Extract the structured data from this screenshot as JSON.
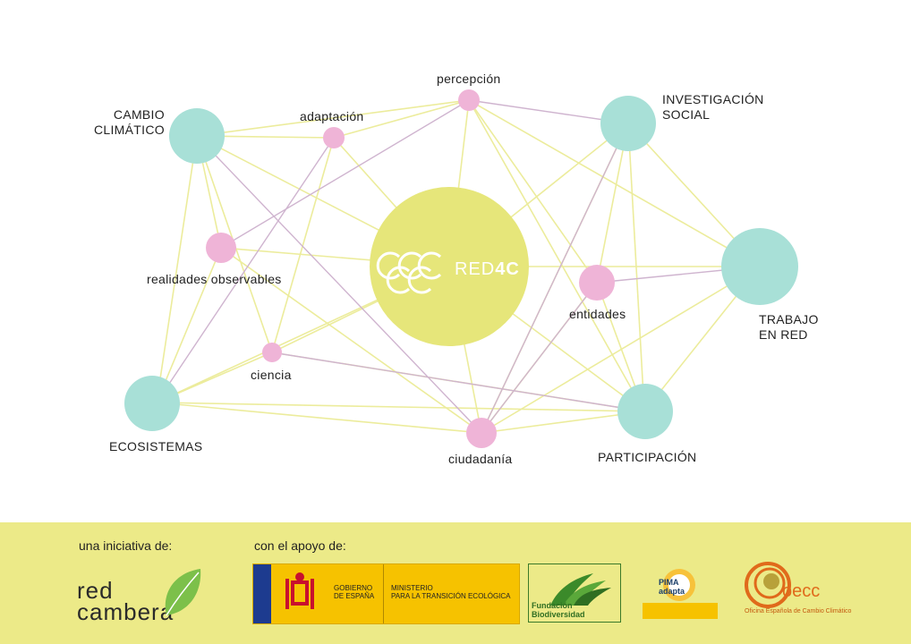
{
  "diagram": {
    "center": {
      "text": "RED",
      "text_bold": "4C"
    },
    "nodes": {
      "cambio": "CAMBIO\nCLIMÁTICO",
      "investigacion": "INVESTIGACIÓN\nSOCIAL",
      "trabajo": "TRABAJO\nEN RED",
      "ecosistemas": "ECOSISTEMAS",
      "participacion": "PARTICIPACIÓN",
      "percepcion": "percepción",
      "adaptacion": "adaptación",
      "realidades": "realidades observables",
      "entidades": "entidades",
      "ciencia": "ciencia",
      "ciudadania": "ciudadanía"
    },
    "colors": {
      "teal": "#a8e0d7",
      "pink": "#efb4d7",
      "center": "#e6e67a",
      "line_yellow": "#eced9c",
      "line_purple": "#cfb4cf"
    }
  },
  "footer": {
    "initiative_label": "una iniciativa de:",
    "support_label": "con el apoyo de:",
    "logos": {
      "red_cambera": "red\ncambera",
      "gobierno": "GOBIERNO\nDE ESPAÑA",
      "ministerio": "MINISTERIO\nPARA LA TRANSICIÓN ECOLÓGICA",
      "fundacion": "Fundación Biodiversidad",
      "pima": "PIMA\nadapta",
      "oecc": "oecc",
      "oecc_sub": "Oficina Española de Cambio Climático"
    }
  }
}
